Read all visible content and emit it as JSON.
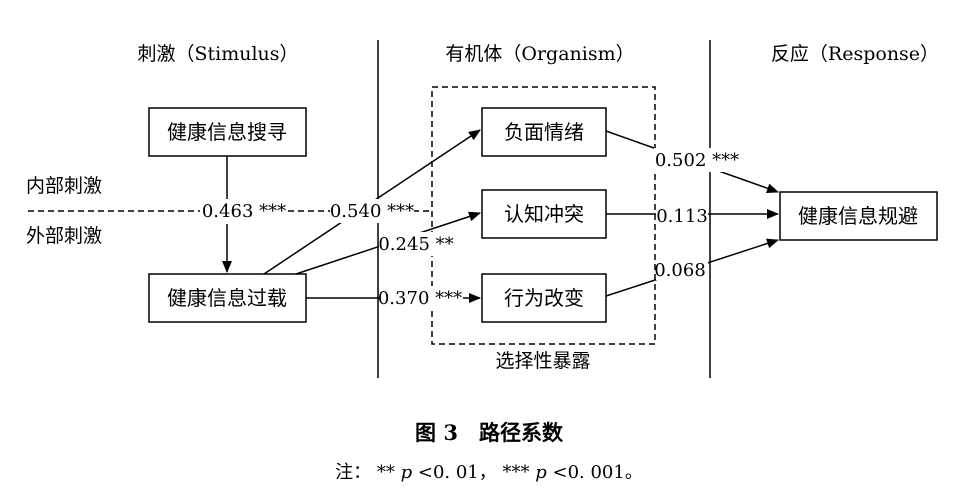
{
  "headers": {
    "stimulus": "刺激（Stimulus）",
    "organism": "有机体（Organism）",
    "response": "反应（Response）"
  },
  "nodes": {
    "search": "健康信息搜寻",
    "overload": "健康信息过载",
    "negative": "负面情绪",
    "cognitive": "认知冲突",
    "behavior": "行为改变",
    "avoidance": "健康信息规避"
  },
  "side_labels": {
    "internal": "内部刺激",
    "external": "外部刺激"
  },
  "dashed_box_label": "选择性暴露",
  "coefficients": {
    "search_overload": "0.463 ***",
    "overload_negative": "0.540 ***",
    "overload_cognitive": "0.245 **",
    "overload_behavior": "0.370 ***",
    "negative_avoidance": "0.502 ***",
    "cognitive_avoidance": "0.113",
    "behavior_avoidance": "0.068"
  },
  "figure_title": "图 3　路径系数",
  "note": {
    "prefix": "注：",
    "stars2": "**",
    "p": "p",
    "cond1": "<0. 01，",
    "stars3": "***",
    "cond2": "<0. 001。"
  }
}
